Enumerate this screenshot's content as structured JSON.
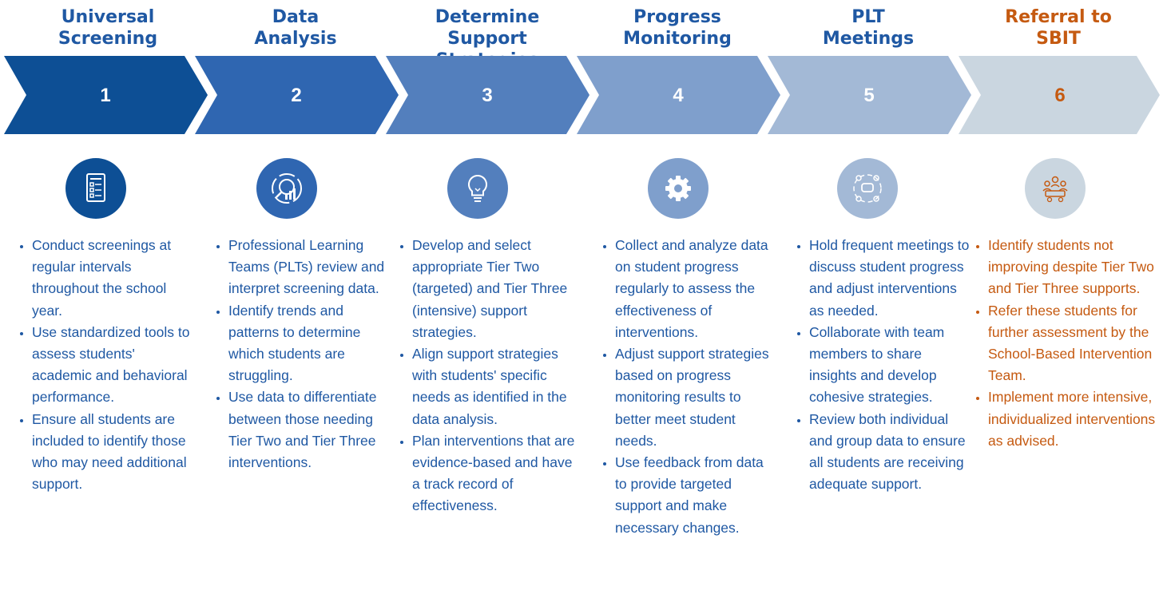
{
  "colors": {
    "step1": "#0d4f95",
    "step2": "#2f66b1",
    "step3": "#537fbd",
    "step4": "#7f9fcc",
    "step5": "#a3b9d6",
    "step6": "#cad6e0",
    "title_blue": "#1f58a3",
    "text_blue": "#1f58a3",
    "accent_orange": "#c55a11"
  },
  "steps": [
    {
      "title_line1": "Universal",
      "title_line2": "Screening",
      "number": "1",
      "icon": "test-checklist-icon",
      "bullets": [
        "Conduct screenings at regular intervals throughout the school year.",
        "Use standardized tools to assess students' academic and behavioral performance.",
        "Ensure all students are included to identify those who may need additional support."
      ]
    },
    {
      "title_line1": "Data",
      "title_line2": "Analysis",
      "number": "2",
      "icon": "data-analysis-chart-icon",
      "bullets": [
        "Professional Learning Teams (PLTs) review and interpret screening data.",
        "Identify trends and patterns to determine which students are struggling.",
        "Use data to differentiate between those needing Tier Two and Tier Three interventions."
      ]
    },
    {
      "title_line1": "Determine Support",
      "title_line2": "Strategies",
      "number": "3",
      "icon": "lightbulb-icon",
      "bullets": [
        "Develop and select appropriate Tier Two (targeted) and Tier Three (intensive) support strategies.",
        "Align support strategies with students' specific needs as identified in the data analysis.",
        "Plan interventions that are evidence-based and have a track record of effectiveness."
      ]
    },
    {
      "title_line1": "Progress",
      "title_line2": "Monitoring",
      "number": "4",
      "icon": "gear-icon",
      "bullets": [
        "Collect and analyze data on student progress regularly to assess the effectiveness of interventions.",
        "Adjust support strategies based on progress monitoring results to better meet student needs.",
        "Use feedback from data to provide targeted support and make necessary changes."
      ]
    },
    {
      "title_line1": "PLT",
      "title_line2": "Meetings",
      "number": "5",
      "icon": "team-discussion-icon",
      "bullets": [
        "Hold frequent meetings to discuss student progress and adjust interventions as needed.",
        "Collaborate with team members to share insights and develop cohesive strategies.",
        "Review both individual and group data to ensure all students are receiving adequate support."
      ]
    },
    {
      "title_line1": "Referral to",
      "title_line2": "SBIT",
      "number": "6",
      "icon": "team-meeting-icon",
      "bullets": [
        "Identify students not improving despite Tier Two and Tier Three supports.",
        "Refer these students for further assessment by the School-Based Intervention Team.",
        "Implement more intensive, individualized interventions as advised."
      ]
    }
  ]
}
